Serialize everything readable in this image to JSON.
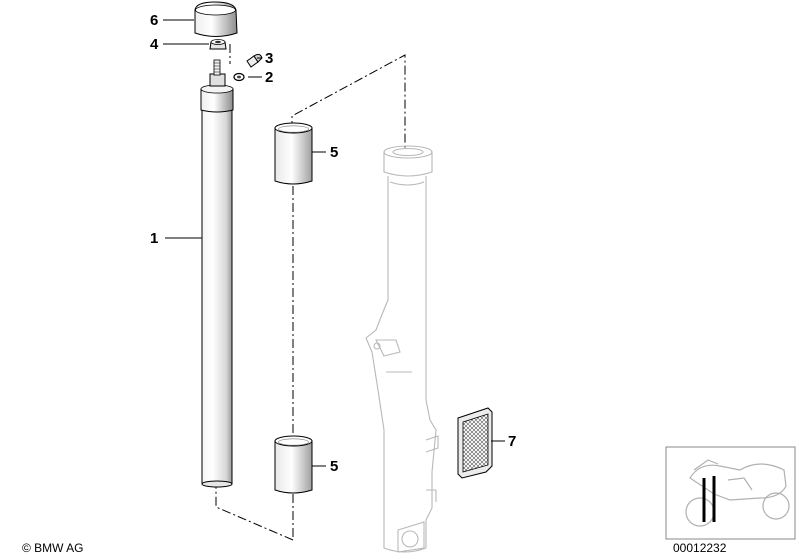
{
  "callouts": {
    "fork_tube": "1",
    "seal_ring": "2",
    "screw": "3",
    "nut": "4",
    "bushing_upper": "5",
    "bushing_lower": "5",
    "cap": "6",
    "reflector": "7"
  },
  "copyright": "© BMW AG",
  "diagram_number": "00012232",
  "colors": {
    "line": "#000000",
    "part_fill": "#ffffff",
    "shade": "#777777",
    "ghost": "#b8b8b8"
  }
}
